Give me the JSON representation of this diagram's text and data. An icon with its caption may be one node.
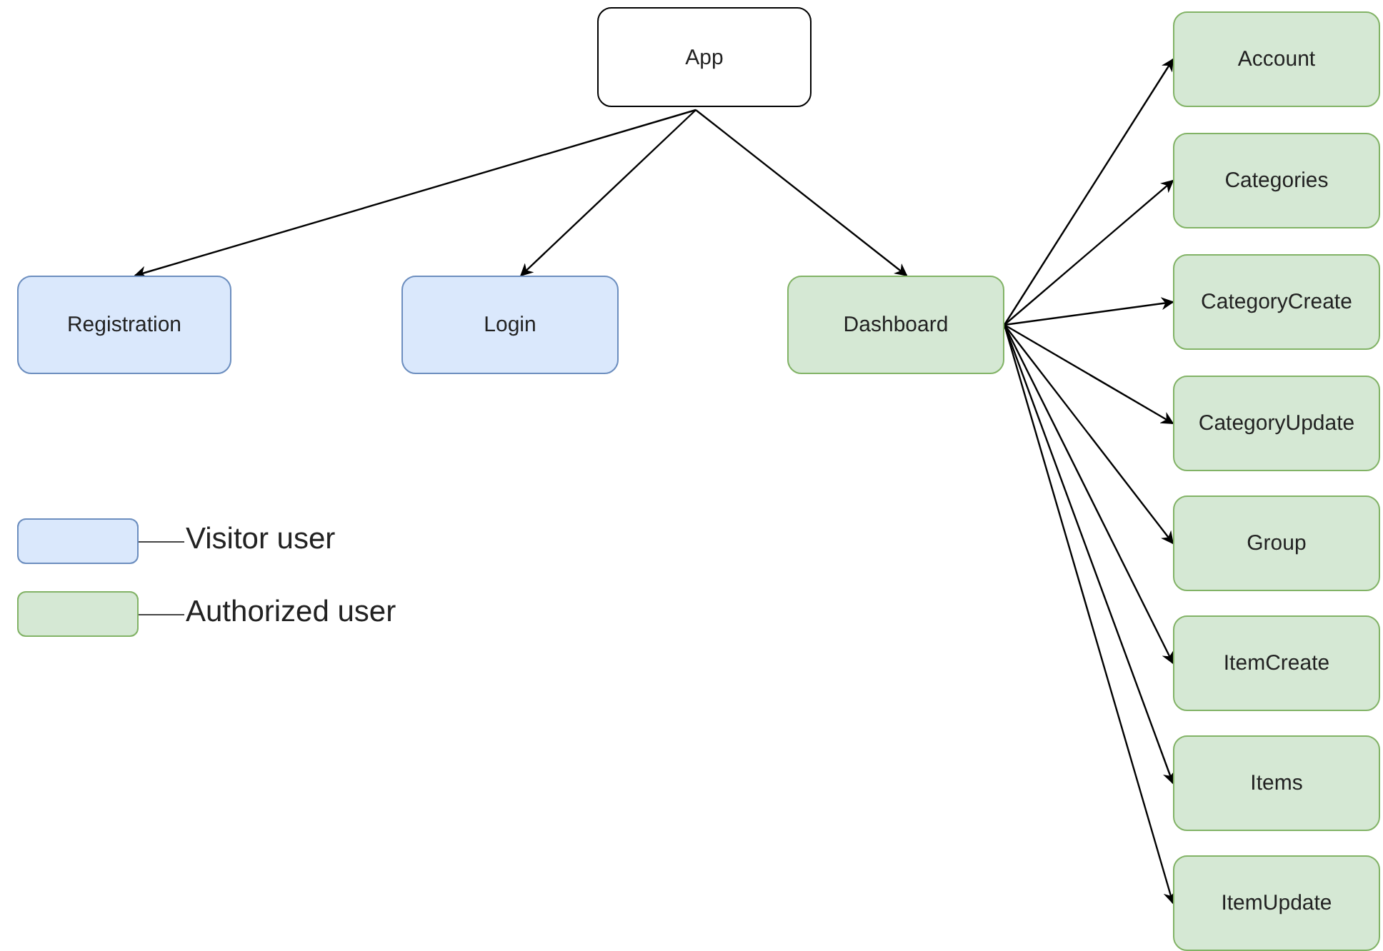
{
  "diagram": {
    "nodes": [
      {
        "text": [
          "App"
        ]
      },
      {
        "text": [
          "Registration"
        ]
      },
      {
        "text": [
          "Login"
        ]
      },
      {
        "text": [
          "Dashboard"
        ]
      },
      {
        "text": [
          "Account"
        ]
      },
      {
        "text": [
          "Categories"
        ]
      },
      {
        "text": [
          "CategoryCreate"
        ]
      },
      {
        "text": [
          "CategoryUpdate"
        ]
      },
      {
        "text": [
          "Group"
        ]
      },
      {
        "text": [
          "ItemCreate"
        ]
      },
      {
        "text": [
          "Items"
        ]
      },
      {
        "text": [
          "ItemUpdate"
        ]
      }
    ],
    "edges": [
      {
        "from": 0,
        "to": 1,
        "arrow": "to"
      },
      {
        "from": 0,
        "to": 2,
        "arrow": "to"
      },
      {
        "from": 0,
        "to": 3,
        "arrow": "to"
      },
      {
        "from": 3,
        "to": 4,
        "arrow": "to"
      },
      {
        "from": 3,
        "to": 5,
        "arrow": "to"
      },
      {
        "from": 3,
        "to": 6,
        "arrow": "to"
      },
      {
        "from": 3,
        "to": 7,
        "arrow": "to"
      },
      {
        "from": 3,
        "to": 8,
        "arrow": "to"
      },
      {
        "from": 3,
        "to": 9,
        "arrow": "to"
      },
      {
        "from": 3,
        "to": 10,
        "arrow": "to"
      },
      {
        "from": 3,
        "to": 11,
        "arrow": "to"
      }
    ],
    "legend": [
      {
        "text": "Visitor user",
        "color": "#dae8fc"
      },
      {
        "text": "Authorized user",
        "color": "#d5e8d4"
      }
    ]
  }
}
